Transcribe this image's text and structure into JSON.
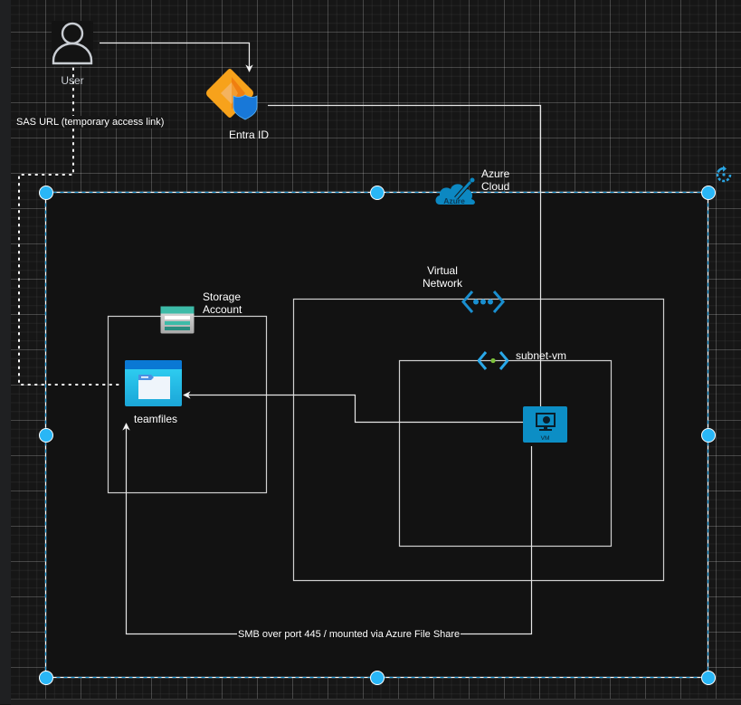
{
  "diagram": {
    "nodes": {
      "user": {
        "label": "User",
        "icon": "user-icon"
      },
      "entra_id": {
        "label": "Entra ID",
        "icon": "entra-id-icon"
      },
      "azure_cloud": {
        "label_line1": "Azure",
        "label_line2": "Cloud",
        "icon": "azure-cloud-icon",
        "icon_text": "Azure"
      },
      "storage_account": {
        "label_line1": "Storage",
        "label_line2": "Account",
        "icon": "storage-account-icon"
      },
      "teamfiles": {
        "label": "teamfiles",
        "icon": "file-share-icon"
      },
      "virtual_network": {
        "label_line1": "Virtual",
        "label_line2": "Network",
        "icon": "virtual-network-icon"
      },
      "subnet": {
        "label": "subnet-vm",
        "icon": "subnet-icon"
      },
      "vm": {
        "label": "VM",
        "icon": "virtual-machine-icon"
      }
    },
    "edges": {
      "sas_url": {
        "label": "SAS URL (temporary access link)",
        "from": "User",
        "to": "teamfiles",
        "style": "dotted"
      },
      "smb": {
        "label": "SMB over port 445 / mounted via Azure File Share",
        "from": "VM",
        "to": "teamfiles"
      },
      "user_to_entra": {
        "from": "User",
        "to": "Entra ID"
      },
      "entra_to_vm": {
        "from": "Entra ID",
        "to": "VM"
      },
      "vm_to_teamfiles": {
        "from": "VM",
        "to": "teamfiles"
      }
    },
    "selection": {
      "selected": "Azure Cloud",
      "rotate_icon": "rotate-icon"
    },
    "colors": {
      "background": "#161616",
      "selection": "#29b6f6",
      "azure_blue": "#0c88c2",
      "entra_orange": "#f5a623",
      "edge": "#e6e6e6"
    }
  }
}
